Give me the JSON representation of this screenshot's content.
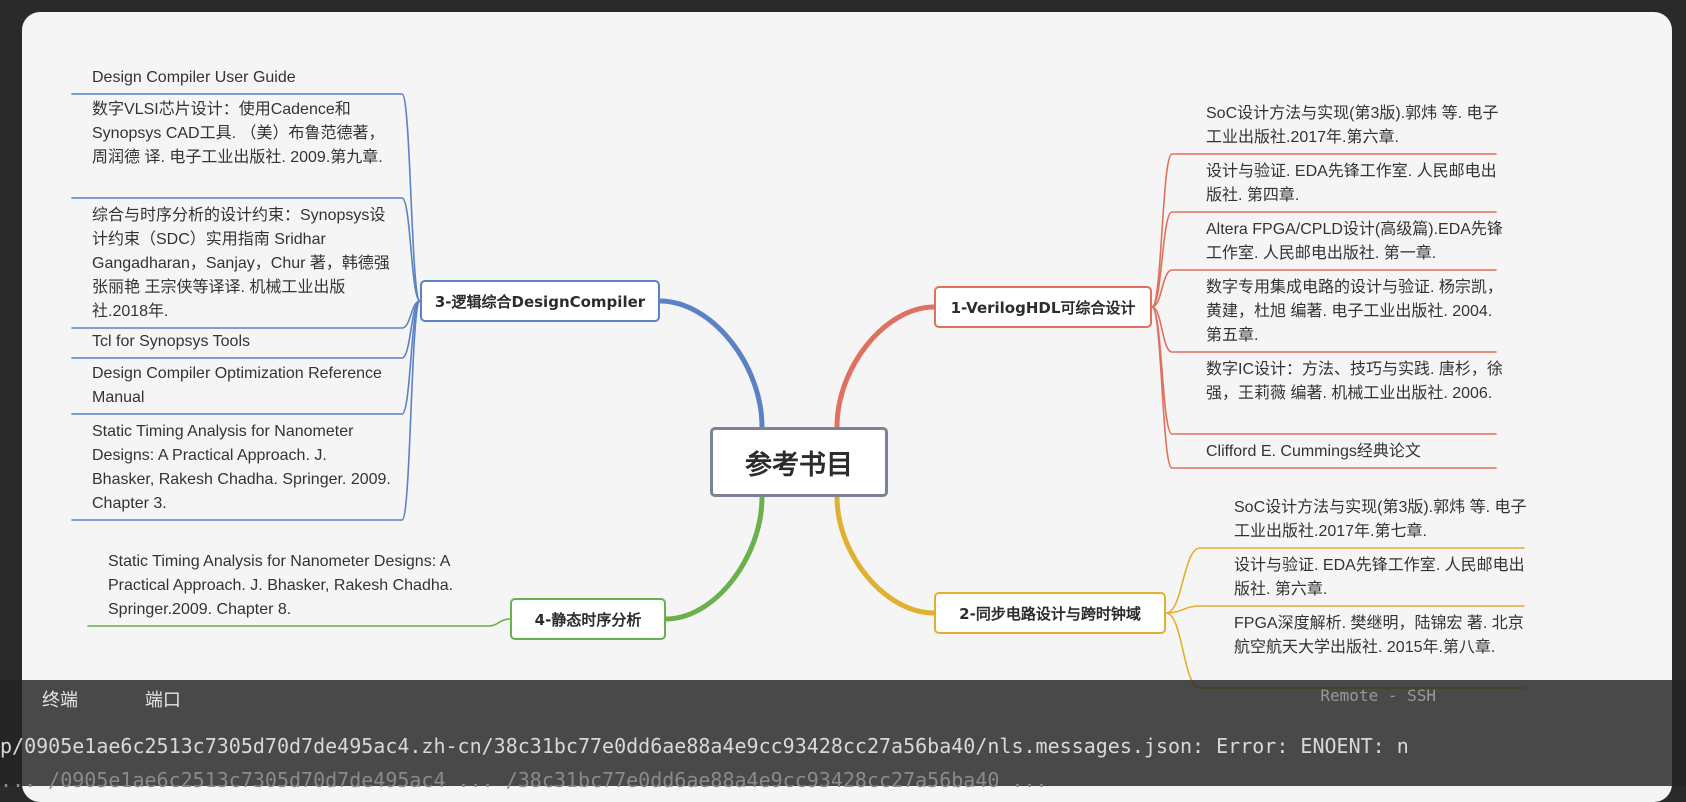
{
  "center": "参考书目",
  "branches": [
    {
      "label": "1-VerilogHDL可综合设计",
      "color": "#e07060",
      "leaves": [
        "SoC设计方法与实现(第3版).郭炜 等. 电子工业出版社.2017年.第六章.",
        "设计与验证. EDA先锋工作室. 人民邮电出版社. 第四章.",
        "Altera FPGA/CPLD设计(高级篇).EDA先锋工作室. 人民邮电出版社. 第一章.",
        "数字专用集成电路的设计与验证. 杨宗凯，黄建，杜旭 编著. 电子工业出版社. 2004.第五章.",
        "数字IC设计：方法、技巧与实践. 唐杉，徐强，王莉薇 编著. 机械工业出版社. 2006.",
        "Clifford E. Cummings经典论文"
      ]
    },
    {
      "label": "2-同步电路设计与跨时钟域",
      "color": "#e0b030",
      "leaves": [
        "SoC设计方法与实现(第3版).郭炜 等. 电子工业出版社.2017年.第七章.",
        "设计与验证. EDA先锋工作室. 人民邮电出版社. 第六章.",
        "FPGA深度解析.  樊继明，陆锦宏 著. 北京航空航天大学出版社. 2015年.第八章."
      ]
    },
    {
      "label": "3-逻辑综合DesignCompiler",
      "color": "#5b82c4",
      "leaves": [
        "Design Compiler User Guide",
        "数字VLSI芯片设计：使用Cadence和Synopsys CAD工具. （美）布鲁范德著，周润德 译. 电子工业出版社. 2009.第九章.",
        "综合与时序分析的设计约束：Synopsys设计约束（SDC）实用指南 Sridhar Gangadharan，Sanjay，Chur 著，韩德强 张丽艳 王宗侠等译译. 机械工业出版社.2018年.",
        "Tcl for Synopsys Tools",
        "Design Compiler Optimization Reference Manual",
        "Static Timing Analysis for Nanometer Designs: A Practical Approach. J. Bhasker, Rakesh Chadha. Springer. 2009. Chapter 3."
      ]
    },
    {
      "label": "4-静态时序分析",
      "color": "#6ab04c",
      "leaves": [
        "Static Timing Analysis for Nanometer Designs: A Practical Approach. J. Bhasker, Rakesh Chadha. Springer.2009. Chapter 8."
      ]
    }
  ],
  "terminal": {
    "tabs": [
      "终端",
      "端口"
    ],
    "remote": "Remote - SSH",
    "line1": "p/0905e1ae6c2513c7305d70d7de495ac4.zh-cn/38c31bc77e0dd6ae88a4e9cc93428cc27a56ba40/nls.messages.json: Error: ENOENT: n",
    "line2": "  ...  /0905e1ae6c2513c7305d70d7de495ac4  ...  /38c31bc77e0dd6ae88a4e9cc93428cc27a56ba40  ..."
  }
}
